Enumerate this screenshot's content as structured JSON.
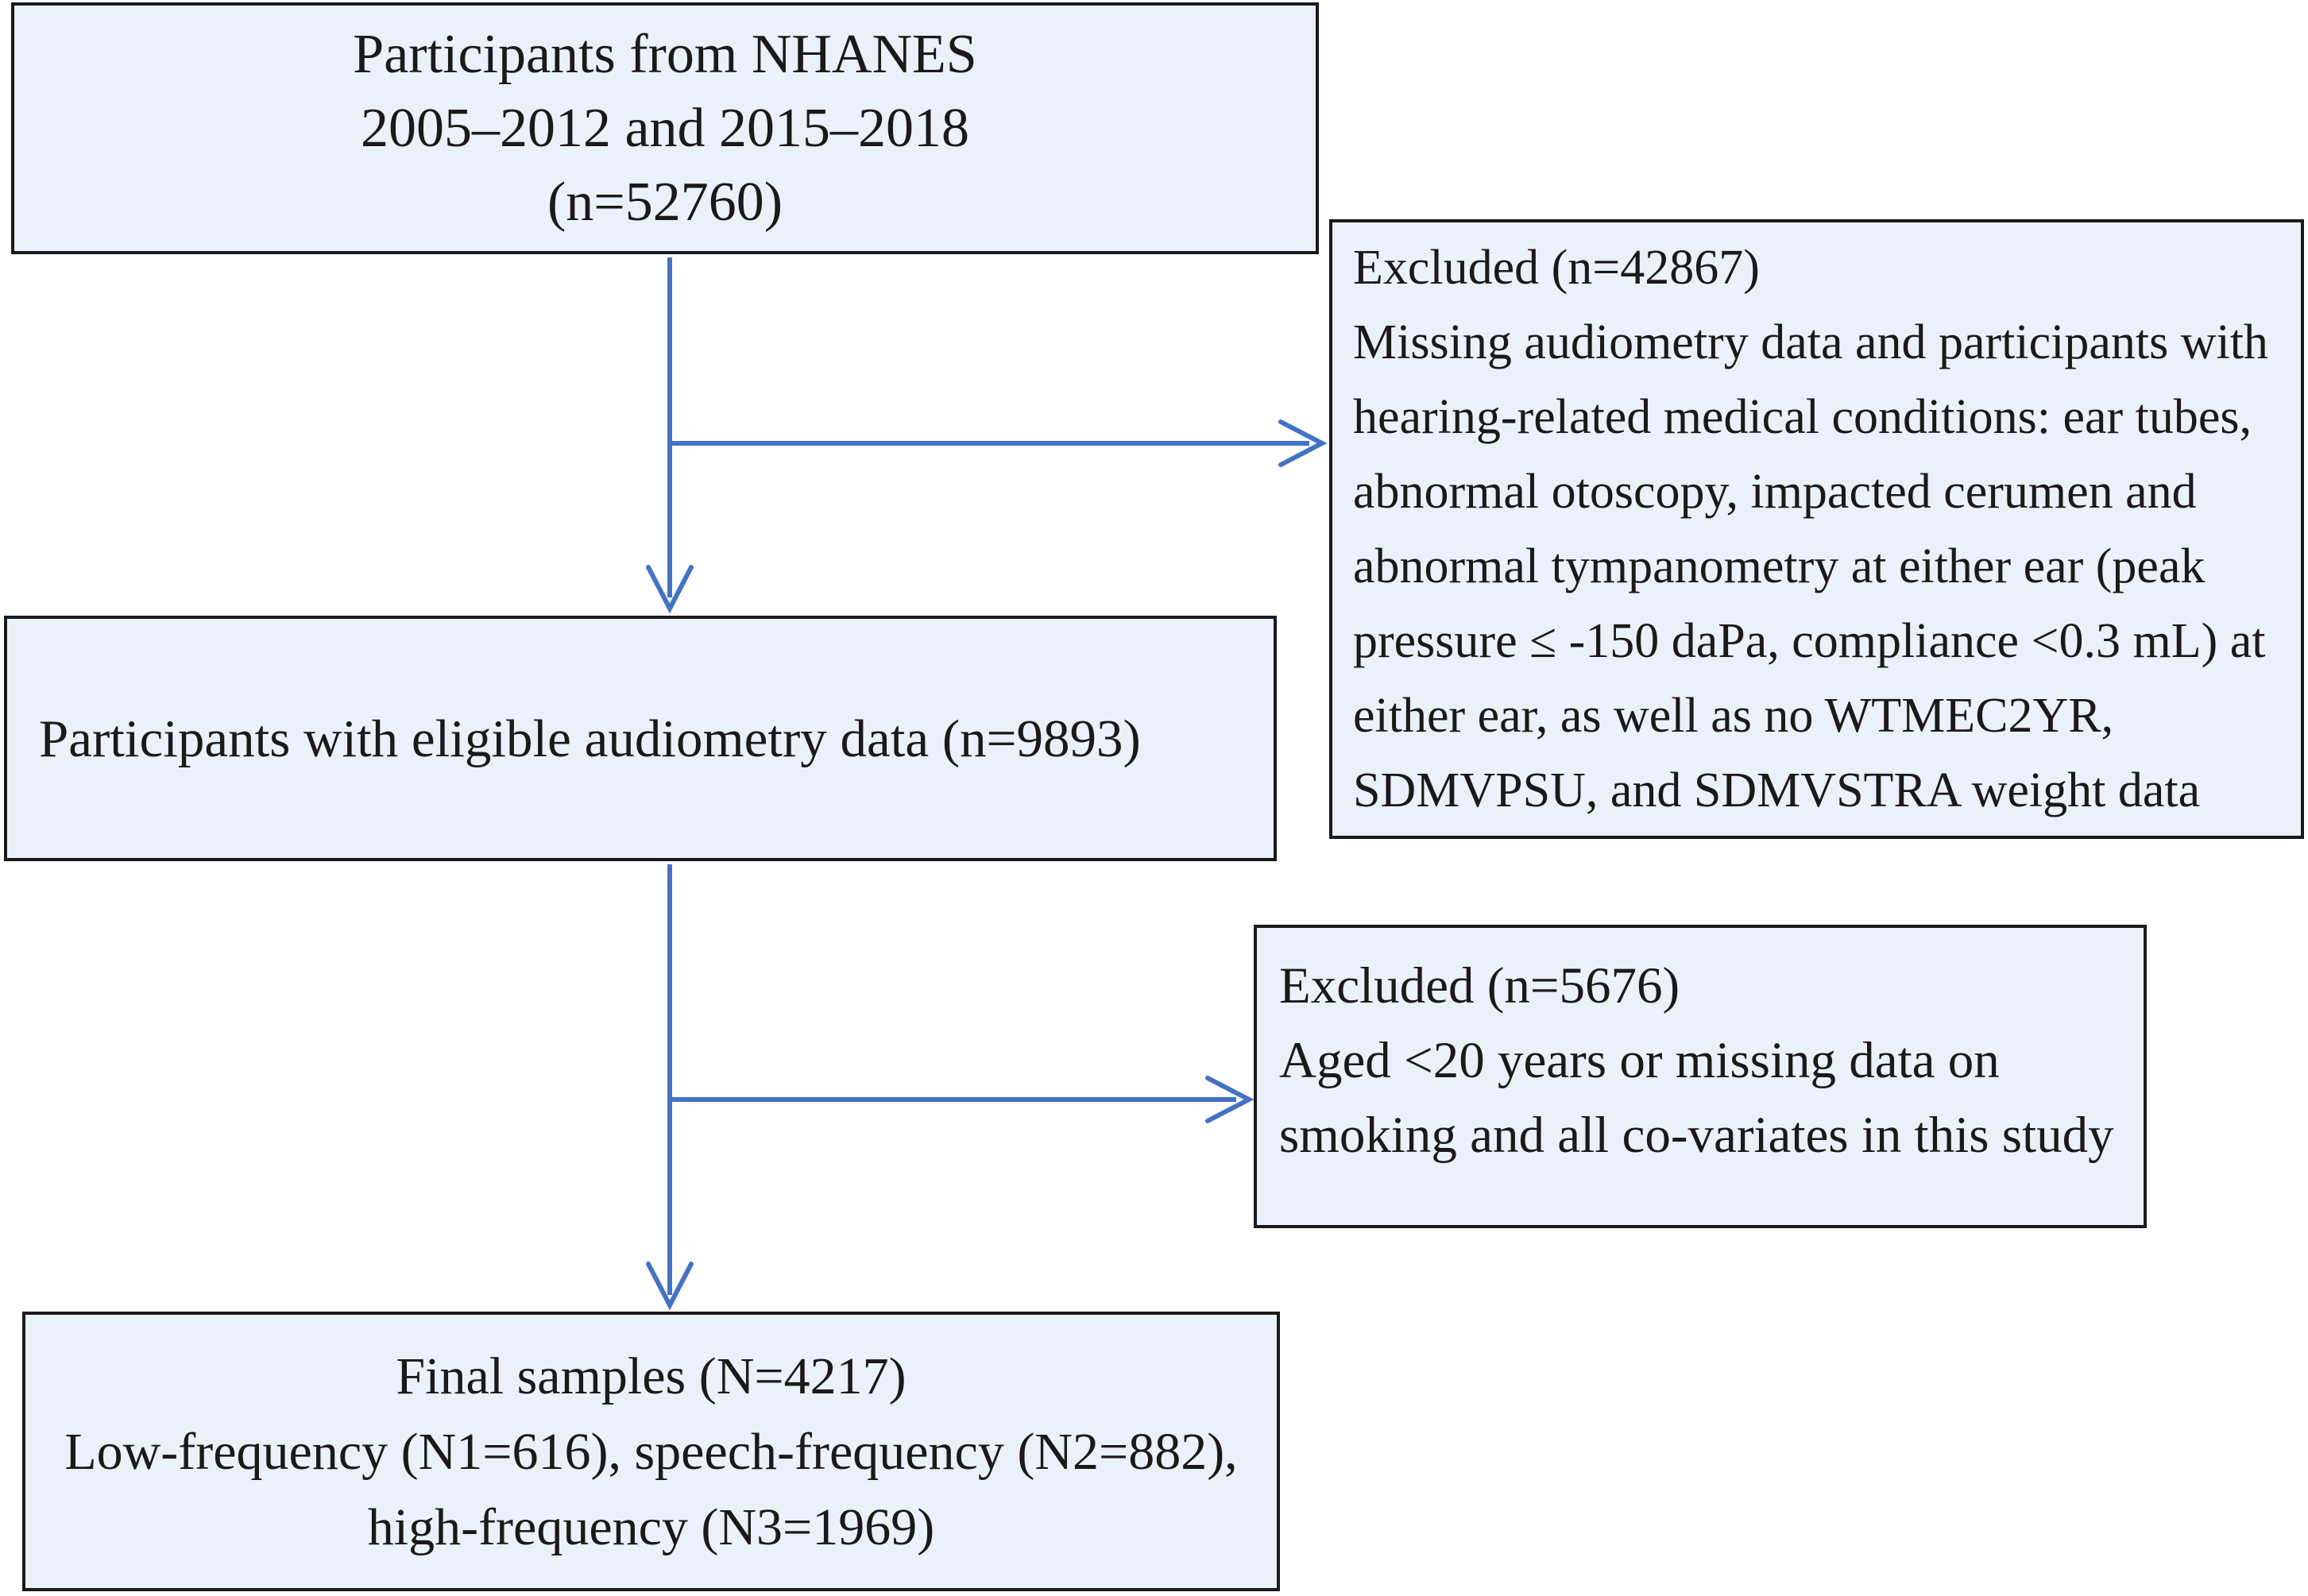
{
  "colors": {
    "box_fill": "#ebf1fa",
    "box_border": "#1a1a1a",
    "arrow": "#4472c4",
    "text": "#1a1a1a",
    "background": "#ffffff"
  },
  "boxes": {
    "source": {
      "lines": [
        "Participants from NHANES",
        "2005–2012 and 2015–2018",
        "(n=52760)"
      ]
    },
    "excluded1": {
      "lines": [
        "Excluded (n=42867)",
        "Missing audiometry data and participants with",
        "hearing-related medical conditions: ear tubes,",
        "abnormal otoscopy, impacted cerumen and",
        "abnormal tympanometry at either ear (peak",
        "pressure ≤ -150 daPa, compliance <0.3 mL) at",
        "either ear, as well as no WTMEC2YR,",
        "SDMVPSU, and SDMVSTRA weight data"
      ]
    },
    "eligible": {
      "lines": [
        "Participants with eligible audiometry data (n=9893)"
      ]
    },
    "excluded2": {
      "lines": [
        "Excluded (n=5676)",
        "Aged <20 years or missing data on",
        "smoking and all co-variates in this study"
      ]
    },
    "final": {
      "lines": [
        "Final samples (N=4217)",
        "Low-frequency (N1=616), speech-frequency (N2=882),",
        "high-frequency (N3=1969)"
      ]
    }
  }
}
